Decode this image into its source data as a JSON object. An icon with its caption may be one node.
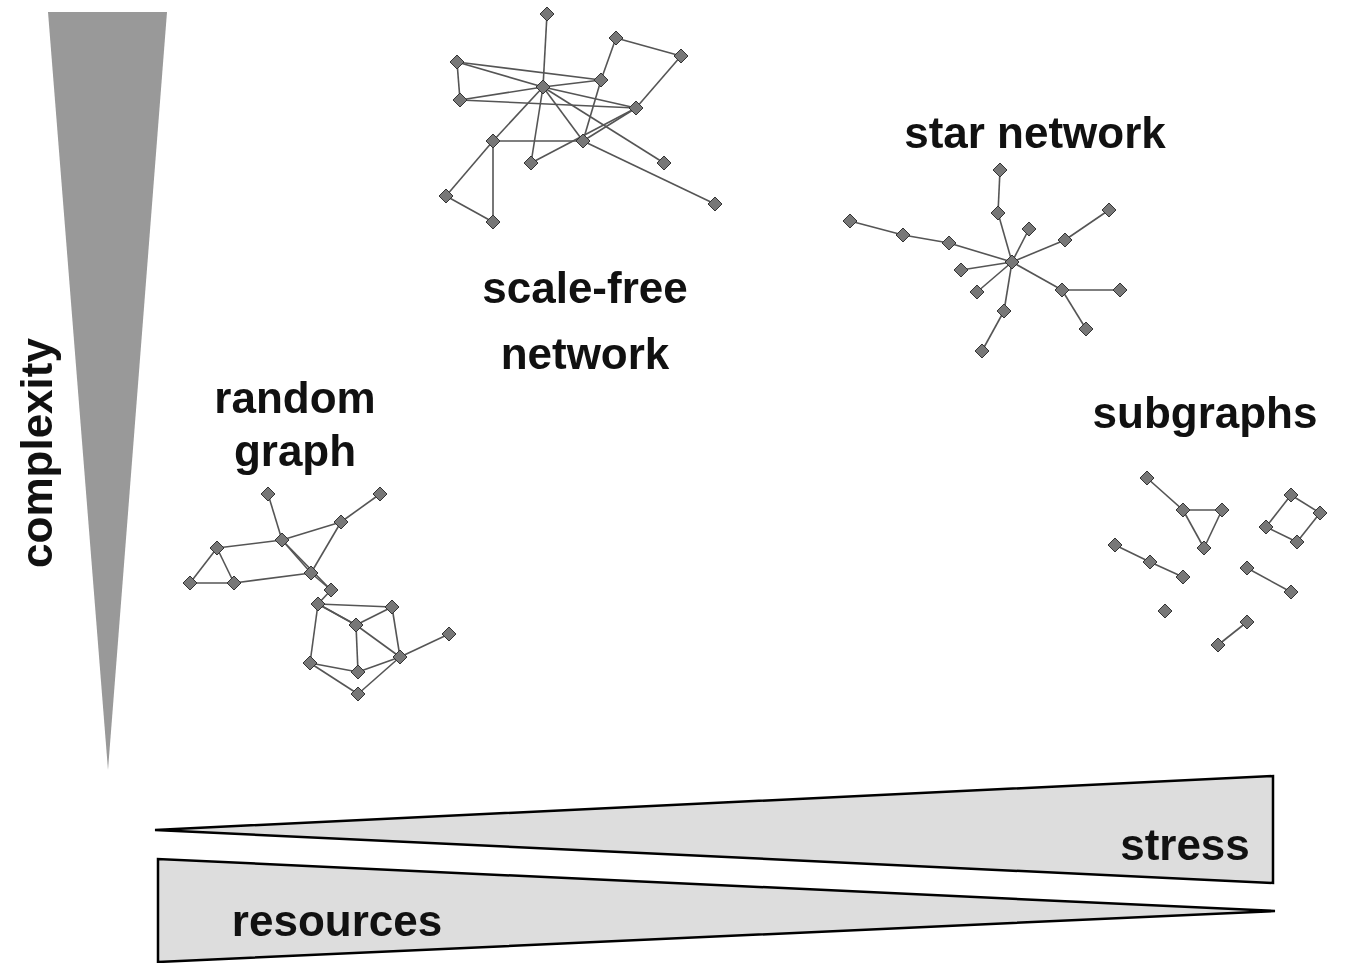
{
  "diagram": {
    "labels": [
      "scale-free network",
      "star network",
      "complexity",
      "random graph",
      "subgraphs",
      "stress",
      "resources"
    ]
  }
}
